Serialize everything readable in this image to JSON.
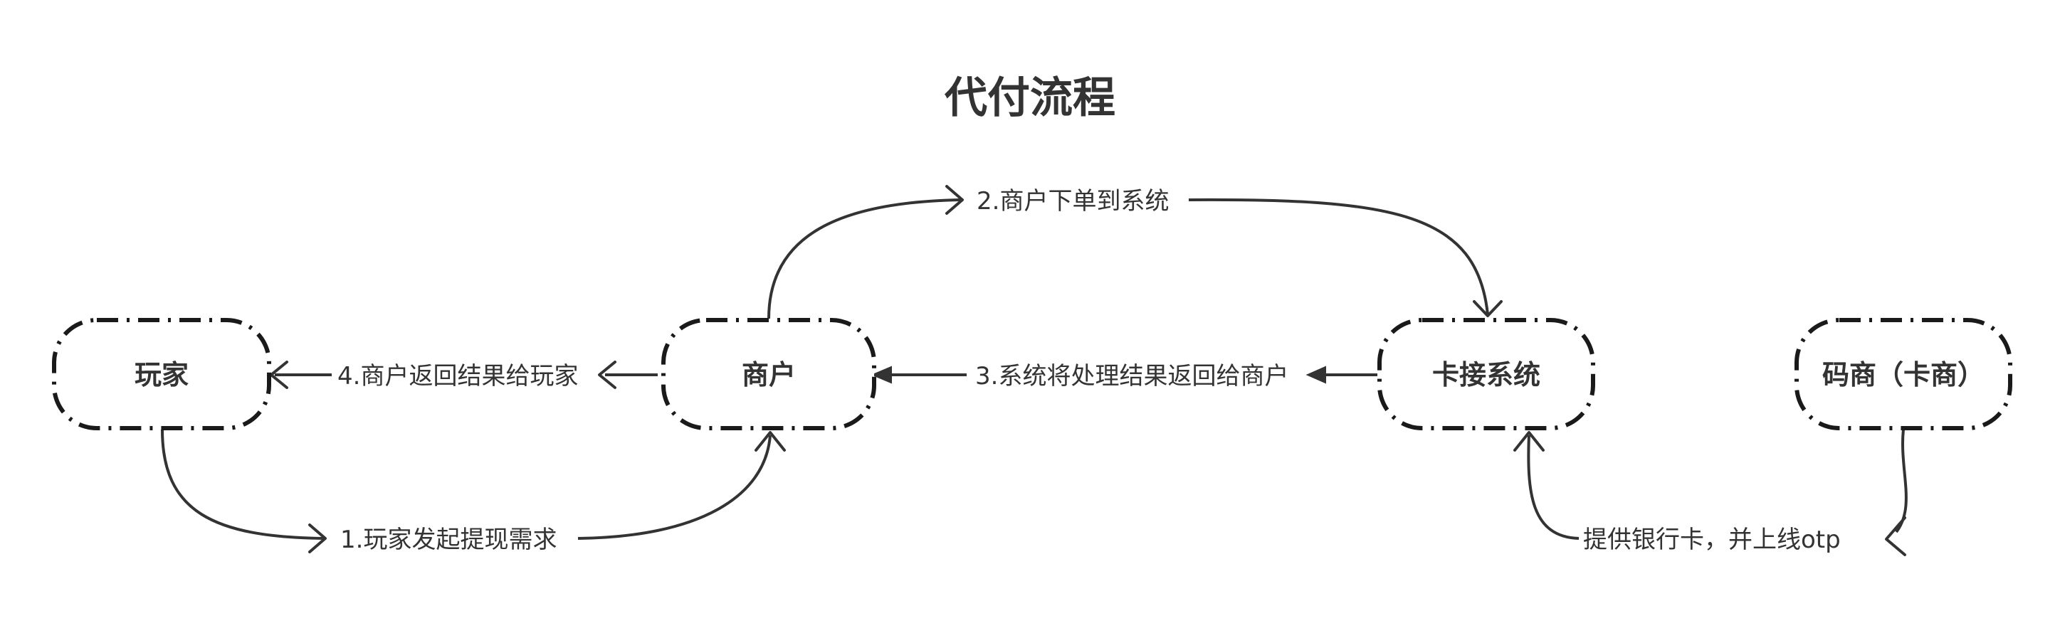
{
  "title": "代付流程",
  "nodes": {
    "player": "玩家",
    "merchant": "商户",
    "card_system": "卡接系统",
    "code_merchant": "码商（卡商）"
  },
  "edges": {
    "step1": "1.玩家发起提现需求",
    "step2": "2.商户下单到系统",
    "step3": "3.系统将处理结果返回给商户",
    "step4": "4.商户返回结果给玩家",
    "provide": "提供银行卡，并上线otp"
  },
  "colors": {
    "stroke": "#333333",
    "node_border": "#1a1a1a",
    "background": "#ffffff"
  }
}
